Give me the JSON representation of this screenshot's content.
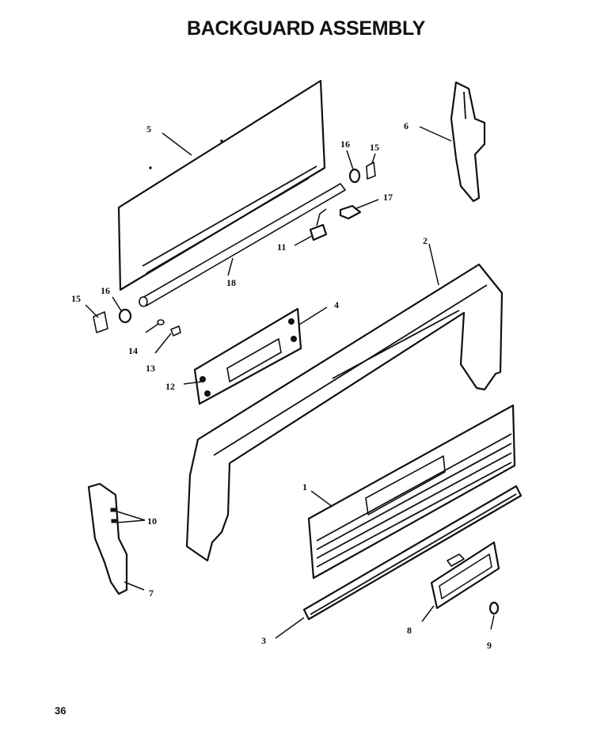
{
  "title": "BACKGUARD ASSEMBLY",
  "page_number": "36",
  "callouts": {
    "c1": "1",
    "c2": "2",
    "c3": "3",
    "c4": "4",
    "c5": "5",
    "c6": "6",
    "c7": "7",
    "c8": "8",
    "c9": "9",
    "c10": "10",
    "c11": "11",
    "c12": "12",
    "c13": "13",
    "c14": "14",
    "c15a": "15",
    "c15b": "15",
    "c16a": "16",
    "c16b": "16",
    "c17": "17",
    "c18": "18"
  }
}
